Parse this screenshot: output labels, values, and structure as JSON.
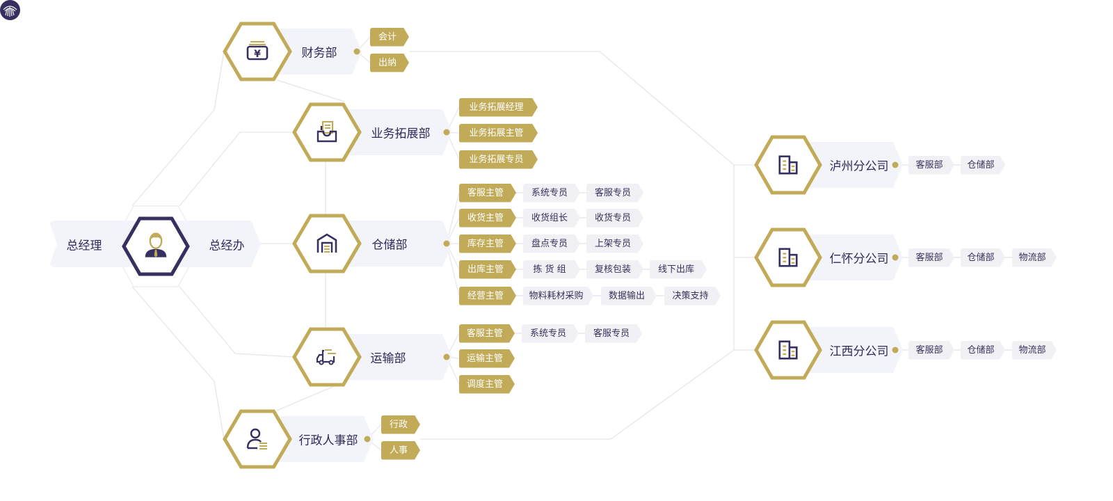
{
  "root": {
    "title": "总经理",
    "logo_icon": "company-logo-icon",
    "center_icon": "manager-icon",
    "office": "总经办"
  },
  "departments": [
    {
      "name": "财务部",
      "icon": "yen-wallet-icon",
      "roles": [
        [
          "会计"
        ],
        [
          "出纳"
        ]
      ]
    },
    {
      "name": "业务拓展部",
      "icon": "inbox-document-icon",
      "roles": [
        [
          "业务拓展经理"
        ],
        [
          "业务拓展主管"
        ],
        [
          "业务拓展专员"
        ]
      ]
    },
    {
      "name": "仓储部",
      "icon": "warehouse-icon",
      "roles": [
        [
          "客服主管",
          "系统专员",
          "客服专员"
        ],
        [
          "收货主管",
          "收货组长",
          "收货专员"
        ],
        [
          "库存主管",
          "盘点专员",
          "上架专员"
        ],
        [
          "出库主管",
          "拣 货 组",
          "复核包装",
          "线下出库"
        ],
        [
          "经营主管",
          "物料耗材采购",
          "数据输出",
          "决策支持"
        ]
      ]
    },
    {
      "name": "运输部",
      "icon": "truck-icon",
      "roles": [
        [
          "客服主管",
          "系统专员",
          "客服专员"
        ],
        [
          "运输主管"
        ],
        [
          "调度主管"
        ]
      ]
    },
    {
      "name": "行政人事部",
      "icon": "person-list-icon",
      "roles": [
        [
          "行政"
        ],
        [
          "人事"
        ]
      ]
    }
  ],
  "branches": [
    {
      "name": "泸州分公司",
      "icon": "building-icon",
      "units": [
        "客服部",
        "仓储部"
      ]
    },
    {
      "name": "仁怀分公司",
      "icon": "building-icon",
      "units": [
        "客服部",
        "仓储部",
        "物流部"
      ]
    },
    {
      "name": "江西分公司",
      "icon": "building-icon",
      "units": [
        "客服部",
        "仓储部",
        "物流部"
      ]
    }
  ],
  "colors": {
    "gold": "#c2ab58",
    "navy": "#35305f",
    "band": "#f3f4f9",
    "line": "#e6e6ea"
  }
}
